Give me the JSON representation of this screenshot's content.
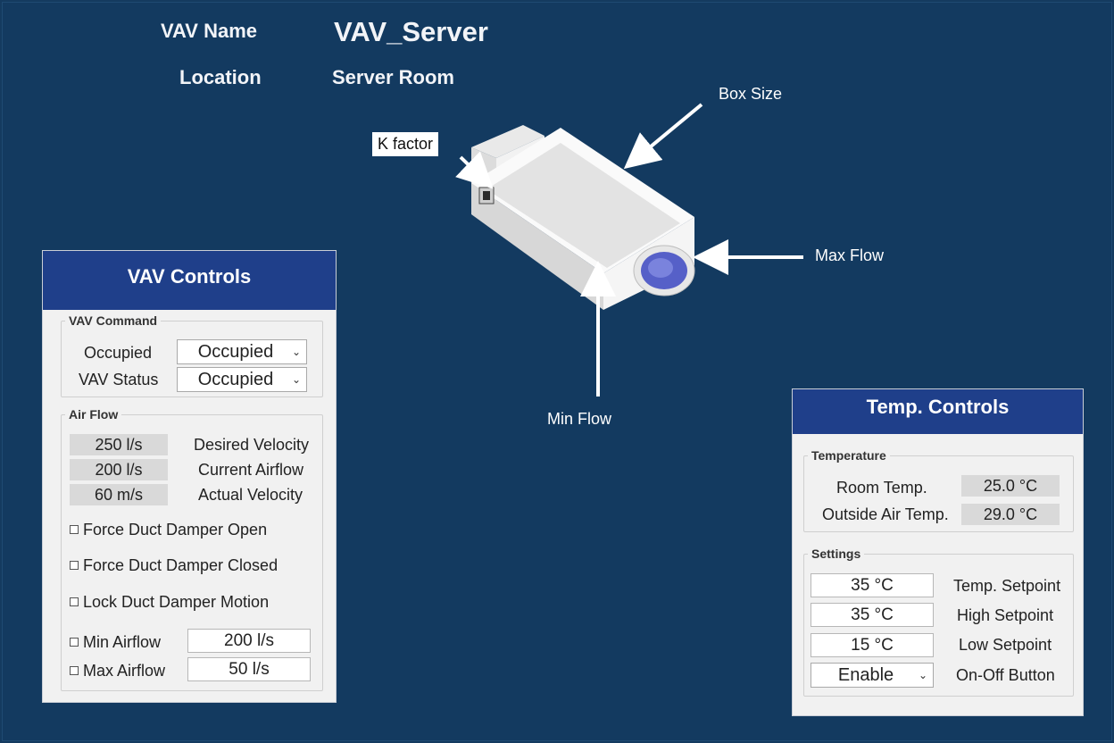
{
  "header": {
    "vav_name_label": "VAV Name",
    "vav_name_value": "VAV_Server",
    "location_label": "Location",
    "location_value": "Server Room"
  },
  "diagram": {
    "callouts": {
      "k_factor": "K factor",
      "box_size": "Box Size",
      "max_flow": "Max Flow",
      "min_flow": "Min Flow"
    },
    "colors": {
      "box": "#f4f4f4",
      "outlet": "#5660c8"
    }
  },
  "vav_controls": {
    "title": "VAV Controls",
    "command": {
      "legend": "VAV Command",
      "occupied_label": "Occupied",
      "occupied_value": "Occupied",
      "status_label": "VAV Status",
      "status_value": "Occupied"
    },
    "airflow": {
      "legend": "Air Flow",
      "rows": [
        {
          "value": "250 l/s",
          "label": "Desired Velocity"
        },
        {
          "value": "200 l/s",
          "label": "Current Airflow"
        },
        {
          "value": "60 m/s",
          "label": "Actual Velocity"
        }
      ],
      "force_open": "Force Duct Damper Open",
      "force_closed": "Force Duct Damper Closed",
      "lock_motion": "Lock Duct Damper Motion",
      "min_airflow_label": "Min Airflow",
      "min_airflow_value": "200 l/s",
      "max_airflow_label": "Max Airflow",
      "max_airflow_value": "50 l/s"
    }
  },
  "temp_controls": {
    "title": "Temp. Controls",
    "temperature": {
      "legend": "Temperature",
      "room_label": "Room Temp.",
      "room_value": "25.0 °C",
      "outside_label": "Outside Air Temp.",
      "outside_value": "29.0 °C"
    },
    "settings": {
      "legend": "Settings",
      "setpoint_value": "35 °C",
      "setpoint_label": "Temp. Setpoint",
      "high_value": "35 °C",
      "high_label": "High Setpoint",
      "low_value": "15 °C",
      "low_label": "Low Setpoint",
      "onoff_value": "Enable",
      "onoff_label": "On-Off Button"
    }
  }
}
